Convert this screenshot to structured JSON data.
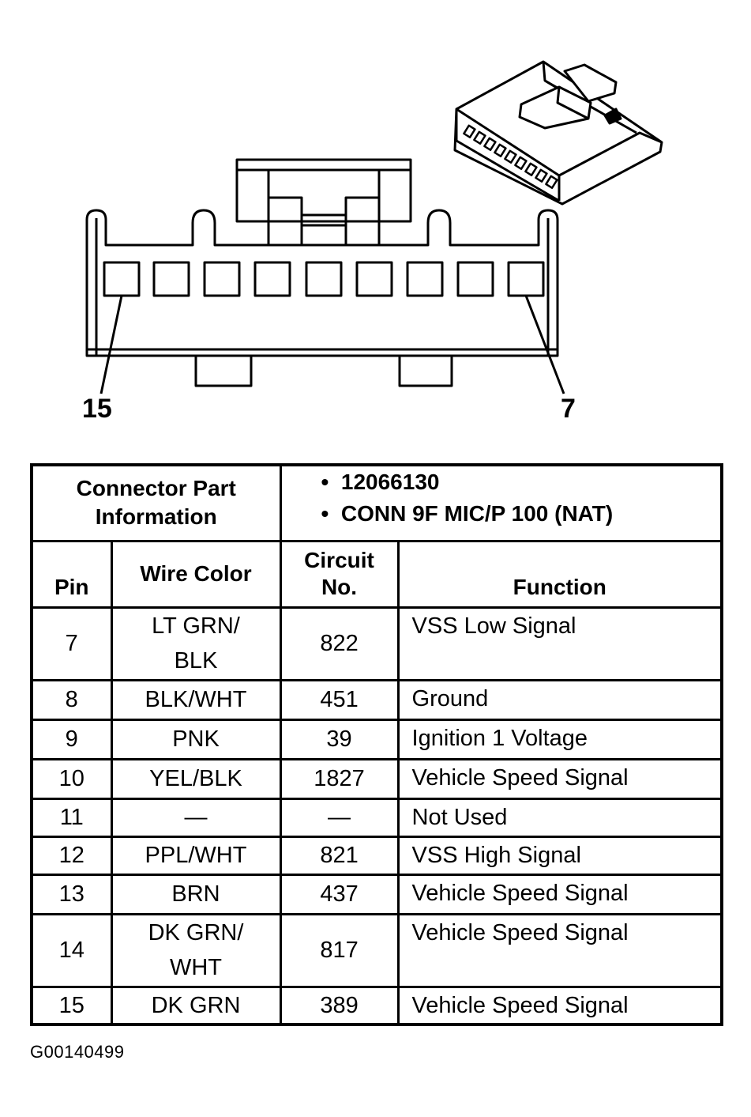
{
  "connector": {
    "pin_label_left": "15",
    "pin_label_right": "7"
  },
  "table": {
    "part_info_label": "Connector Part Information",
    "part_info_items": [
      "12066130",
      "CONN 9F MIC/P 100 (NAT)"
    ],
    "columns": {
      "pin": "Pin",
      "wire_color": "Wire Color",
      "circuit": "Circuit No.",
      "function": "Function"
    },
    "rows": [
      {
        "pin": "7",
        "wire": "LT GRN/ BLK",
        "circuit": "822",
        "function": "VSS Low Signal"
      },
      {
        "pin": "8",
        "wire": "BLK/WHT",
        "circuit": "451",
        "function": "Ground"
      },
      {
        "pin": "9",
        "wire": "PNK",
        "circuit": "39",
        "function": "Ignition 1 Voltage"
      },
      {
        "pin": "10",
        "wire": "YEL/BLK",
        "circuit": "1827",
        "function": "Vehicle Speed Signal"
      },
      {
        "pin": "11",
        "wire": "—",
        "circuit": "—",
        "function": "Not Used"
      },
      {
        "pin": "12",
        "wire": "PPL/WHT",
        "circuit": "821",
        "function": "VSS High Signal"
      },
      {
        "pin": "13",
        "wire": "BRN",
        "circuit": "437",
        "function": "Vehicle Speed Signal"
      },
      {
        "pin": "14",
        "wire": "DK GRN/ WHT",
        "circuit": "817",
        "function": "Vehicle Speed Signal"
      },
      {
        "pin": "15",
        "wire": "DK GRN",
        "circuit": "389",
        "function": "Vehicle Speed Signal"
      }
    ]
  },
  "figure_id": "G00140499"
}
